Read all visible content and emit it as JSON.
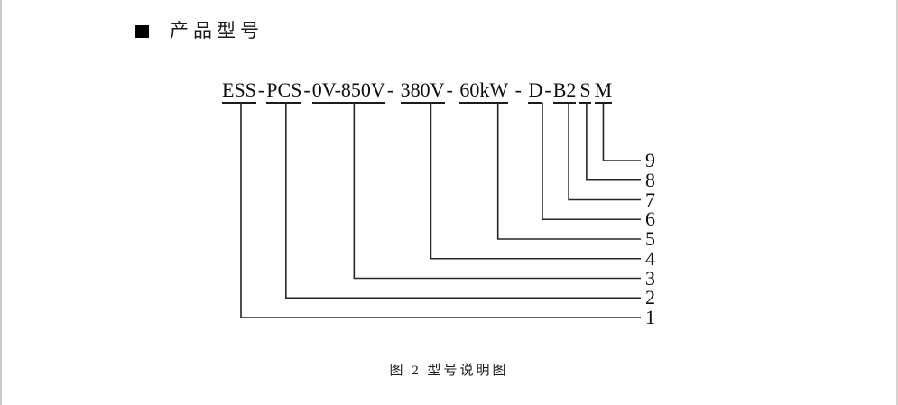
{
  "page": {
    "heading": "产品型号",
    "caption": "图 2 型号说明图"
  },
  "model": {
    "full_string": "ESS-PCS-0V-850V- 380V- 60kW - D-B2SM",
    "parts": [
      {
        "type": "segment",
        "text": "ESS",
        "number": 1
      },
      {
        "type": "sep",
        "text": "-"
      },
      {
        "type": "segment",
        "text": "PCS",
        "number": 2
      },
      {
        "type": "sep",
        "text": "-"
      },
      {
        "type": "segment",
        "text": "0V-850V",
        "number": 3
      },
      {
        "type": "sep",
        "text": "- "
      },
      {
        "type": "segment",
        "text": "380V",
        "number": 4
      },
      {
        "type": "sep",
        "text": "- "
      },
      {
        "type": "segment",
        "text": "60kW",
        "number": 5
      },
      {
        "type": "sep",
        "text": " - "
      },
      {
        "type": "segment",
        "text": "D",
        "number": 6
      },
      {
        "type": "sep",
        "text": "-"
      },
      {
        "type": "segment",
        "text": "B2",
        "number": 7
      },
      {
        "type": "segment",
        "text": "S",
        "number": 8
      },
      {
        "type": "segment",
        "text": "M",
        "number": 9
      }
    ]
  }
}
